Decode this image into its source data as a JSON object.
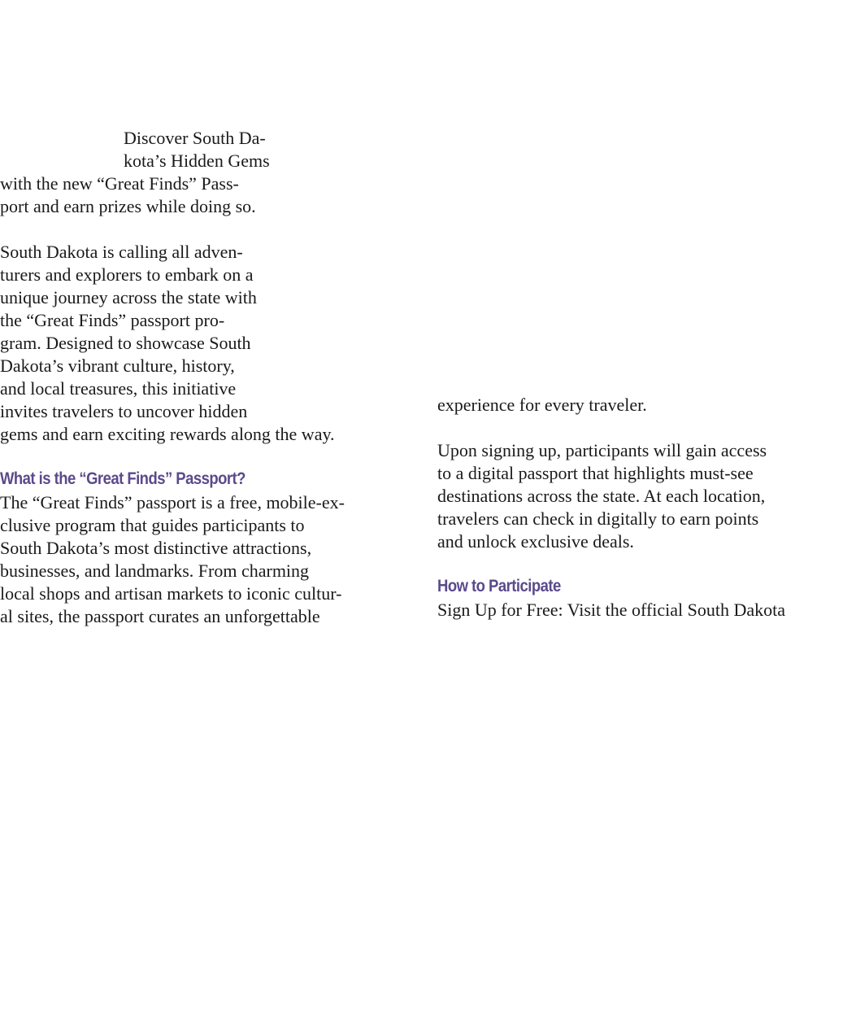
{
  "left_column": {
    "intro_lines": [
      "Discover South Da-",
      "kota’s Hidden Gems",
      "with the new “Great Finds” Pass-",
      "port and earn prizes while doing so."
    ],
    "paragraph1_lines": [
      "South Dakota is calling all adven-",
      "turers and explorers to embark on a",
      "unique journey across the state with",
      "the “Great Finds” passport pro-",
      "gram. Designed to showcase South",
      "Dakota’s vibrant culture, history,",
      "and local treasures, this initiative",
      "invites travelers to uncover hidden",
      "gems and earn exciting rewards along the way."
    ],
    "heading1": "What is the “Great Finds” Passport?",
    "paragraph2_lines": [
      "The “Great Finds” passport is a free, mobile-ex-",
      "clusive program that guides participants to",
      "South Dakota’s most distinctive attractions,",
      "businesses, and landmarks. From charming",
      "local shops and artisan markets to iconic cultur-",
      "al sites, the passport curates an unforgettable"
    ]
  },
  "right_column": {
    "continuation_line": "experience for every traveler.",
    "paragraph3_lines": [
      "Upon signing up, participants will gain access",
      "to a digital passport that highlights must-see",
      "destinations across the state. At each location,",
      "travelers can check in digitally to earn points",
      "and unlock exclusive deals."
    ],
    "heading2": "How to Participate",
    "paragraph4_lines": [
      "Sign Up for Free: Visit the official South Dakota"
    ]
  },
  "colors": {
    "heading": "#5b4a8b",
    "body_text": "#1a1a1a",
    "background": "#ffffff"
  }
}
